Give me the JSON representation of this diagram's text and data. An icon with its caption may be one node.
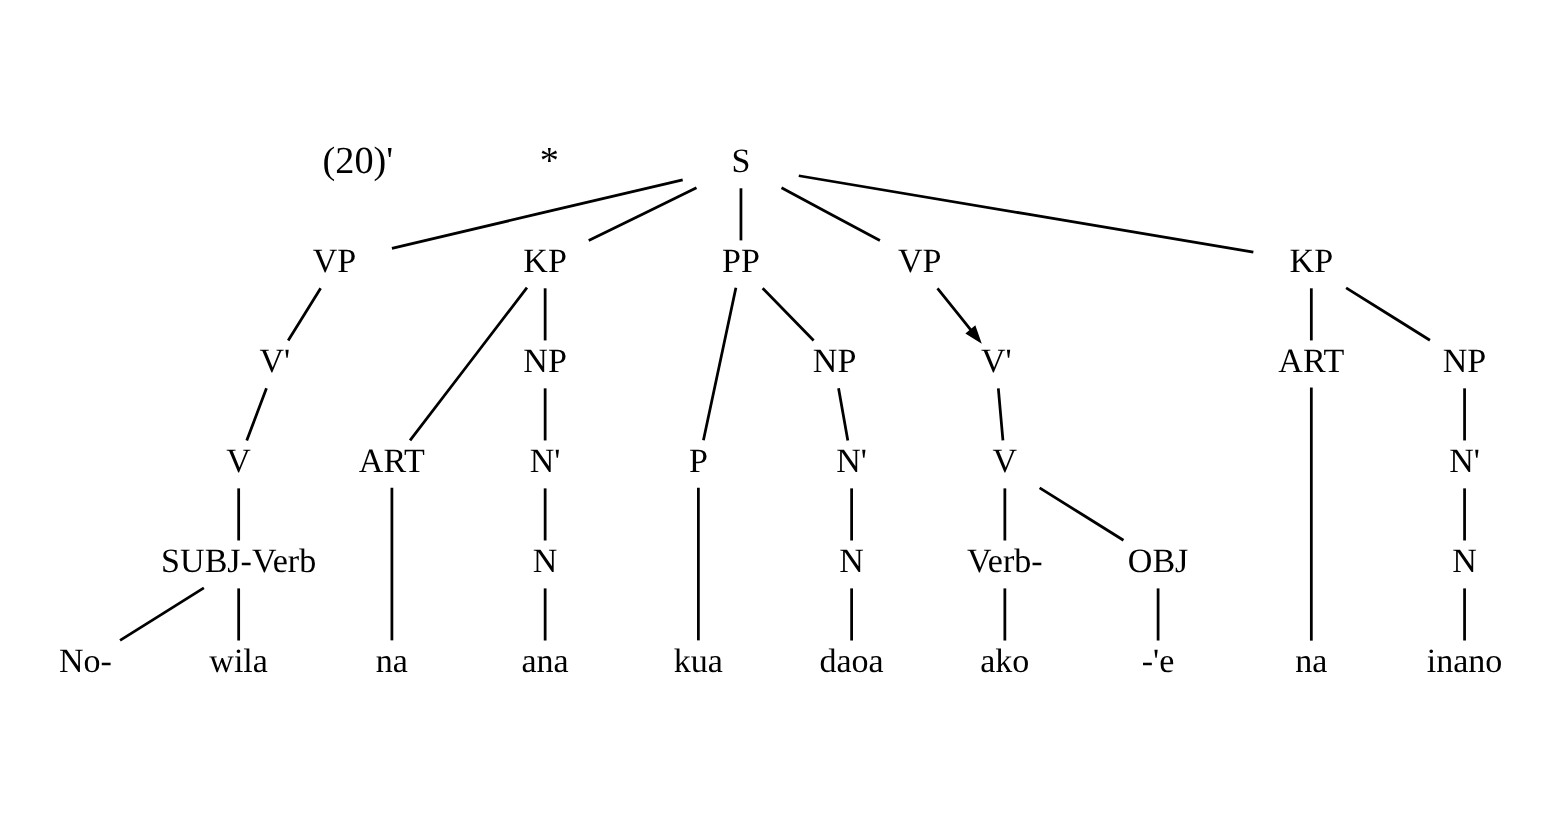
{
  "diagram": {
    "nodes": [
      {
        "text": [
          "S"
        ]
      },
      {
        "text": [
          "VP"
        ]
      },
      {
        "text": [
          "KP"
        ]
      },
      {
        "text": [
          "PP"
        ]
      },
      {
        "text": [
          "VP"
        ]
      },
      {
        "text": [
          "KP"
        ]
      },
      {
        "text": [
          "V'"
        ]
      },
      {
        "text": [
          "ART"
        ]
      },
      {
        "text": [
          "NP"
        ]
      },
      {
        "text": [
          "P"
        ]
      },
      {
        "text": [
          "NP"
        ]
      },
      {
        "text": [
          "V'"
        ]
      },
      {
        "text": [
          "ART"
        ]
      },
      {
        "text": [
          "NP"
        ]
      },
      {
        "text": [
          "V"
        ]
      },
      {
        "text": [
          "N'"
        ]
      },
      {
        "text": [
          "N'"
        ]
      },
      {
        "text": [
          "V"
        ]
      },
      {
        "text": [
          "N'"
        ]
      },
      {
        "text": [
          "SUBJ-Verb"
        ]
      },
      {
        "text": [
          "N"
        ]
      },
      {
        "text": [
          "N"
        ]
      },
      {
        "text": [
          "Verb-"
        ]
      },
      {
        "text": [
          "OBJ"
        ]
      },
      {
        "text": [
          "N"
        ]
      },
      {
        "text": [
          "No-"
        ]
      },
      {
        "text": [
          "wila"
        ]
      },
      {
        "text": [
          "na"
        ]
      },
      {
        "text": [
          "ana"
        ]
      },
      {
        "text": [
          "kua"
        ]
      },
      {
        "text": [
          "daoa"
        ]
      },
      {
        "text": [
          "ako"
        ]
      },
      {
        "text": [
          "-'e"
        ]
      },
      {
        "text": [
          "na"
        ]
      },
      {
        "text": [
          "inano"
        ]
      }
    ],
    "edges": [
      {
        "from": 0,
        "to": 1,
        "arrow": "none"
      },
      {
        "from": 0,
        "to": 2,
        "arrow": "none"
      },
      {
        "from": 0,
        "to": 3,
        "arrow": "none"
      },
      {
        "from": 0,
        "to": 4,
        "arrow": "none"
      },
      {
        "from": 0,
        "to": 5,
        "arrow": "none"
      },
      {
        "from": 1,
        "to": 6,
        "arrow": "none"
      },
      {
        "from": 2,
        "to": 7,
        "arrow": "none"
      },
      {
        "from": 2,
        "to": 8,
        "arrow": "none"
      },
      {
        "from": 3,
        "to": 9,
        "arrow": "none"
      },
      {
        "from": 3,
        "to": 10,
        "arrow": "none"
      },
      {
        "from": 4,
        "to": 11,
        "arrow": "to"
      },
      {
        "from": 5,
        "to": 12,
        "arrow": "none"
      },
      {
        "from": 5,
        "to": 13,
        "arrow": "none"
      },
      {
        "from": 6,
        "to": 14,
        "arrow": "none"
      },
      {
        "from": 8,
        "to": 15,
        "arrow": "none"
      },
      {
        "from": 10,
        "to": 16,
        "arrow": "none"
      },
      {
        "from": 11,
        "to": 17,
        "arrow": "none"
      },
      {
        "from": 13,
        "to": 18,
        "arrow": "none"
      },
      {
        "from": 14,
        "to": 19,
        "arrow": "none"
      },
      {
        "from": 15,
        "to": 20,
        "arrow": "none"
      },
      {
        "from": 16,
        "to": 21,
        "arrow": "none"
      },
      {
        "from": 17,
        "to": 22,
        "arrow": "none"
      },
      {
        "from": 17,
        "to": 23,
        "arrow": "none"
      },
      {
        "from": 18,
        "to": 24,
        "arrow": "none"
      },
      {
        "from": 19,
        "to": 25,
        "arrow": "none"
      },
      {
        "from": 19,
        "to": 26,
        "arrow": "none"
      },
      {
        "from": 7,
        "to": 27,
        "arrow": "none"
      },
      {
        "from": 20,
        "to": 28,
        "arrow": "none"
      },
      {
        "from": 9,
        "to": 29,
        "arrow": "none"
      },
      {
        "from": 21,
        "to": 30,
        "arrow": "none"
      },
      {
        "from": 22,
        "to": 31,
        "arrow": "none"
      },
      {
        "from": 23,
        "to": 32,
        "arrow": "none"
      },
      {
        "from": 12,
        "to": 33,
        "arrow": "none"
      },
      {
        "from": 24,
        "to": 34,
        "arrow": "none"
      }
    ],
    "labels": [
      "(20)'",
      "*"
    ]
  }
}
